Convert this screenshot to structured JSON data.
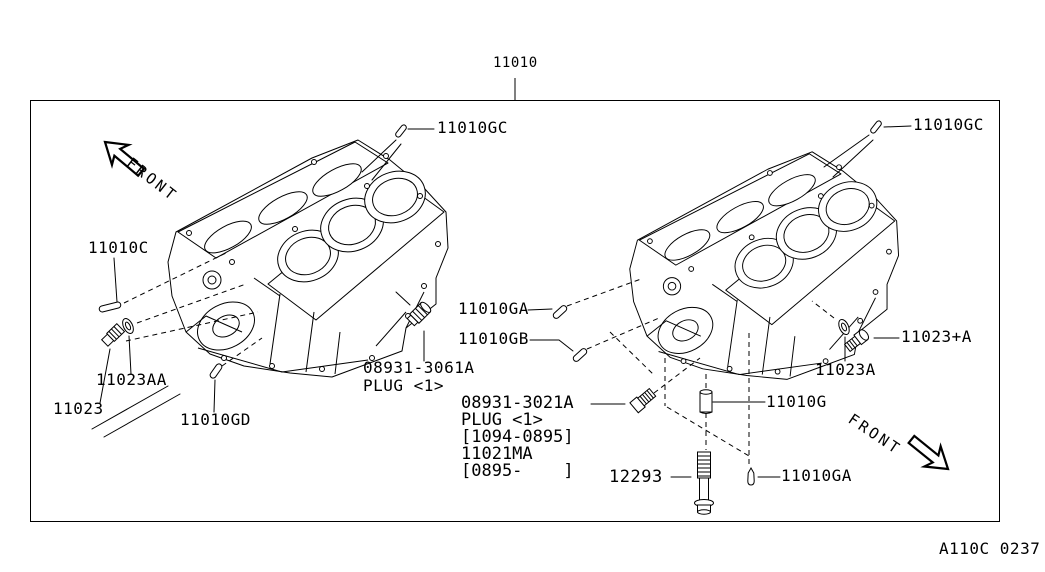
{
  "diagram": {
    "labels": {
      "title": "11010",
      "sheet_code": "A110C 0237",
      "front_top_left": "FRONT",
      "front_bottom_right": "FRONT"
    },
    "callouts": {
      "gc_left": "11010GC",
      "gc_right": "11010GC",
      "c": "11010C",
      "aa": "11023AA",
      "block_left": "11023",
      "gd": "11010GD",
      "plug_3061": "08931-3061A",
      "plug_3061_note": "PLUG <1>",
      "ga_left": "11010GA",
      "gb": "11010GB",
      "plug_3021_lines": [
        "08931-3021A",
        "PLUG <1>",
        "[1094-0895]",
        "11021MA",
        "[0895-    ]"
      ],
      "bolt": "12293",
      "g": "11010G",
      "ga_right": "11010GA",
      "a": "11023A",
      "a_plus": "11023+A"
    },
    "colors": {
      "line": "#000000",
      "background": "#ffffff"
    }
  }
}
